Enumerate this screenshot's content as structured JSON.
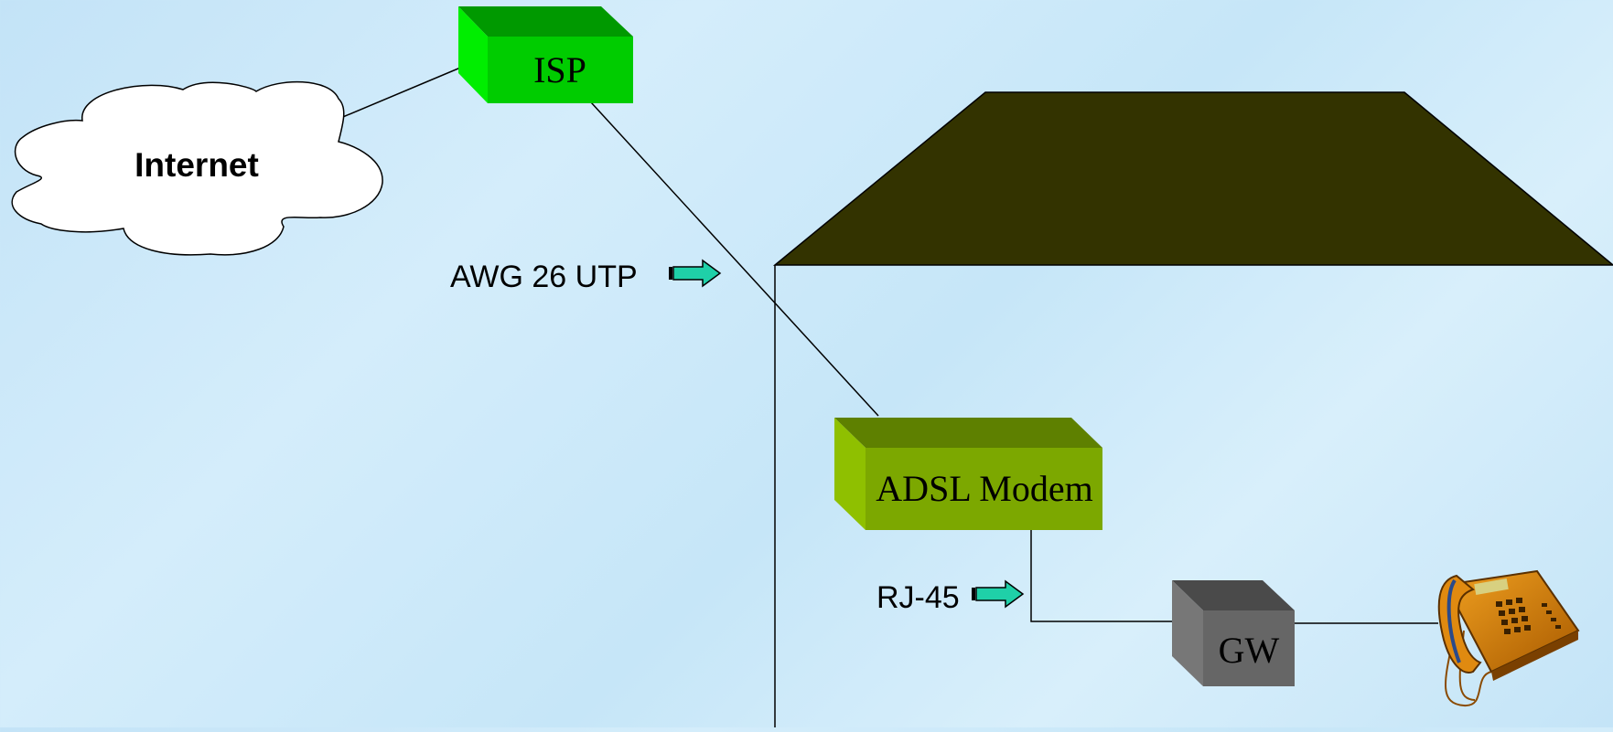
{
  "diagram": {
    "nodes": {
      "internet": "Internet",
      "isp": "ISP",
      "modem": "ADSL Modem",
      "gateway": "GW"
    },
    "edge_labels": {
      "isp_to_modem": "AWG 26 UTP",
      "modem_to_gw": "RJ-45"
    },
    "colors": {
      "isp_front": "#00cc00",
      "isp_top": "#009900",
      "isp_side": "#00ee00",
      "modem_front": "#7ca800",
      "modem_top": "#5e8000",
      "modem_side": "#8fc000",
      "gw_front": "#666666",
      "gw_top": "#4a4a4a",
      "gw_side": "#777777",
      "roof": "#333300",
      "arrow": "#1fd0a8"
    },
    "icons": {
      "phone": "telephone-icon",
      "cloud": "cloud-shape",
      "arrow": "block-arrow-right"
    }
  }
}
